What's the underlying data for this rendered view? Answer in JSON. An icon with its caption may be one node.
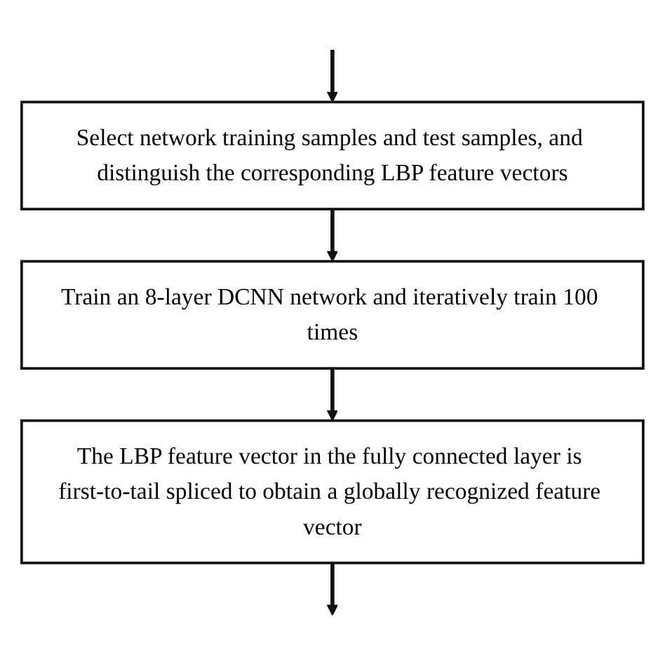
{
  "diagram": {
    "nodes": [
      {
        "text": [
          "Select network training samples and test samples, and distinguish the corresponding LBP feature vectors"
        ]
      },
      {
        "text": [
          "Train an 8-layer DCNN network and iteratively train 100 times"
        ]
      },
      {
        "text": [
          "The LBP feature vector in the fully connected layer is first-to-tail spliced to obtain a globally recognized feature vector"
        ]
      }
    ],
    "edges": [
      {
        "from": null,
        "to": 0,
        "arrow": "to"
      },
      {
        "from": 0,
        "to": 1,
        "arrow": "to"
      },
      {
        "from": 1,
        "to": 2,
        "arrow": "to"
      },
      {
        "from": 2,
        "to": null,
        "arrow": "to"
      }
    ]
  }
}
